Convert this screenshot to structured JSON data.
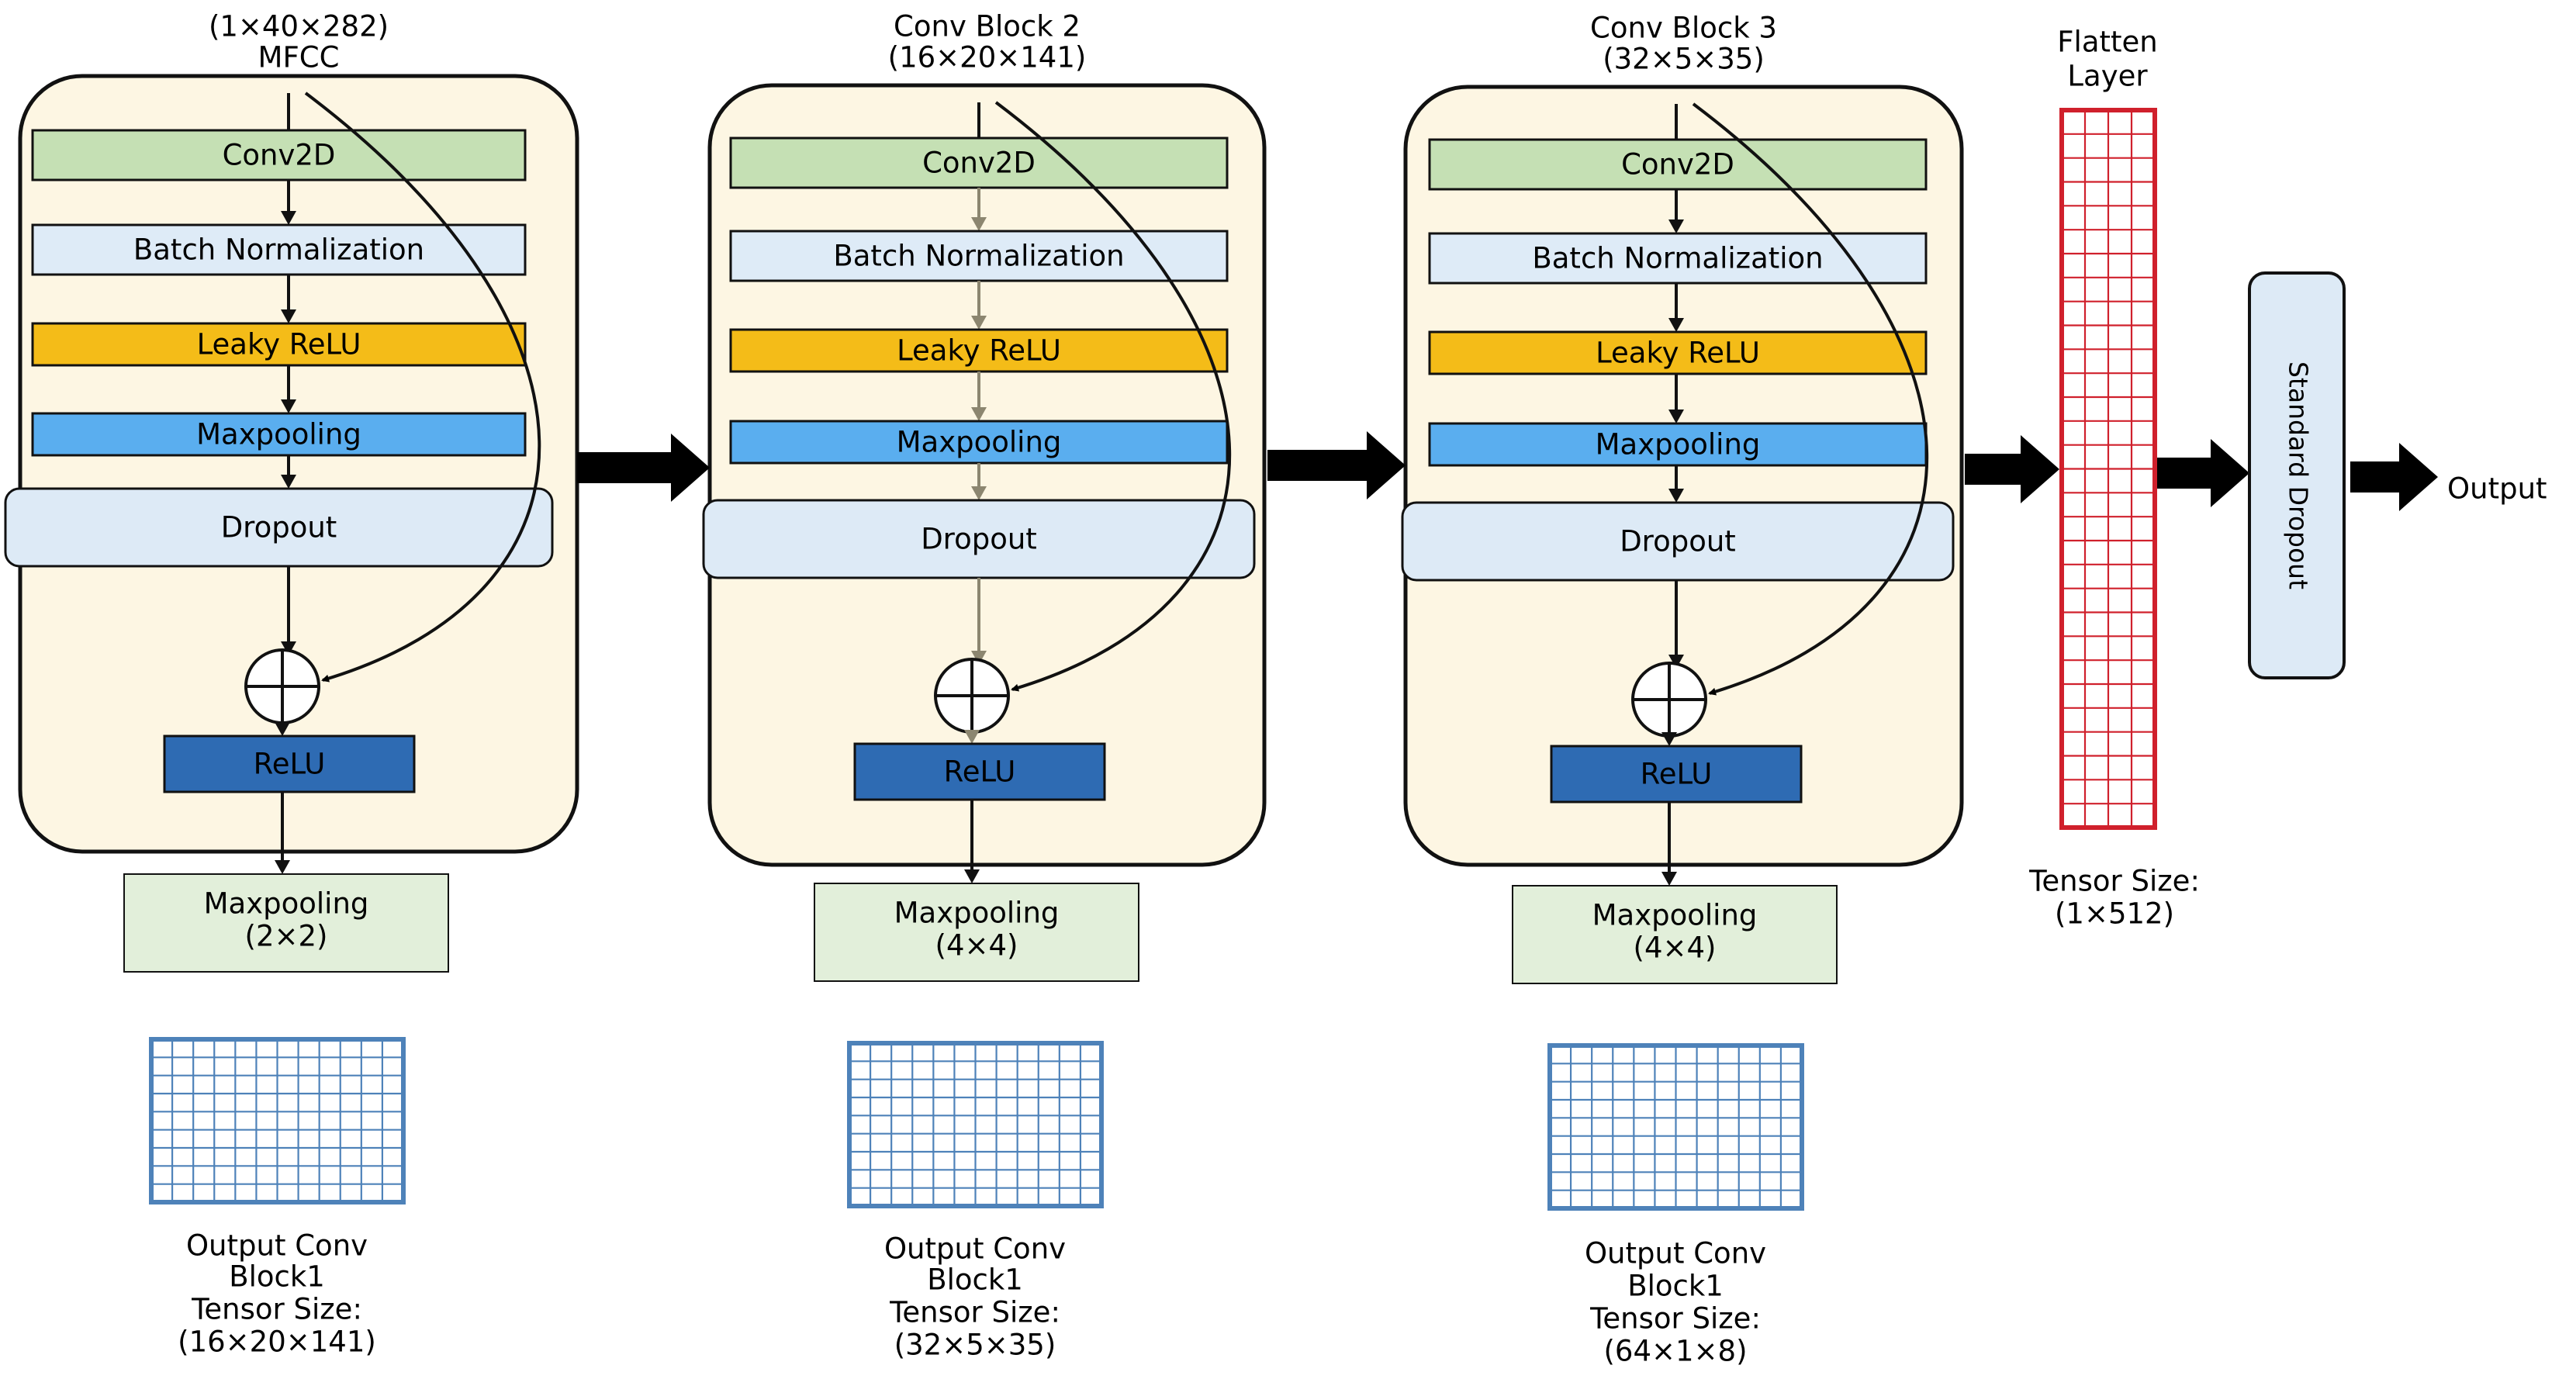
{
  "diagram": {
    "input_label": {
      "line1": "(1×40×282)",
      "line2": "MFCC"
    },
    "blocks": [
      {
        "title": "",
        "size": "",
        "layers": [
          "Conv2D",
          "Batch Normalization",
          "Leaky ReLU",
          "Maxpooling",
          "Dropout"
        ],
        "relu": "ReLU",
        "pool": {
          "name": "Maxpooling",
          "size": "(2×2)"
        },
        "output": {
          "line1": "Output Conv",
          "line2": "Block1",
          "line3": "Tensor Size:",
          "line4": "(16×20×141)"
        }
      },
      {
        "title": "Conv Block 2",
        "size": "(16×20×141)",
        "layers": [
          "Conv2D",
          "Batch Normalization",
          "Leaky ReLU",
          "Maxpooling",
          "Dropout"
        ],
        "relu": "ReLU",
        "pool": {
          "name": "Maxpooling",
          "size": "(4×4)"
        },
        "output": {
          "line1": "Output Conv",
          "line2": "Block1",
          "line3": "Tensor Size:",
          "line4": "(32×5×35)"
        }
      },
      {
        "title": "Conv Block 3",
        "size": "(32×5×35)",
        "layers": [
          "Conv2D",
          "Batch Normalization",
          "Leaky ReLU",
          "Maxpooling",
          "Dropout"
        ],
        "relu": "ReLU",
        "pool": {
          "name": "Maxpooling",
          "size": "(4×4)"
        },
        "output": {
          "line1": "Output Conv",
          "line2": "Block1",
          "line3": "Tensor Size:",
          "line4": "(64×1×8)"
        }
      }
    ],
    "flatten": {
      "title1": "Flatten",
      "title2": "Layer",
      "size_label": "Tensor Size:",
      "size_value": "(1×512)"
    },
    "dropout_final": "Standard Dropout",
    "output_label": "Output",
    "colors": {
      "block_bg": "#FDF6E3",
      "conv2d": "#C5E0B4",
      "batch_norm": "#DEEBF7",
      "leaky_relu": "#F4BC18",
      "maxpool": "#5AAEEF",
      "dropout": "#DDEAF6",
      "relu": "#2E6BB3",
      "pool_box": "#E2EFDA",
      "grid_blue": "#4E82B9",
      "grid_red": "#D0202C",
      "arrow_grey": "#8C8670"
    }
  }
}
